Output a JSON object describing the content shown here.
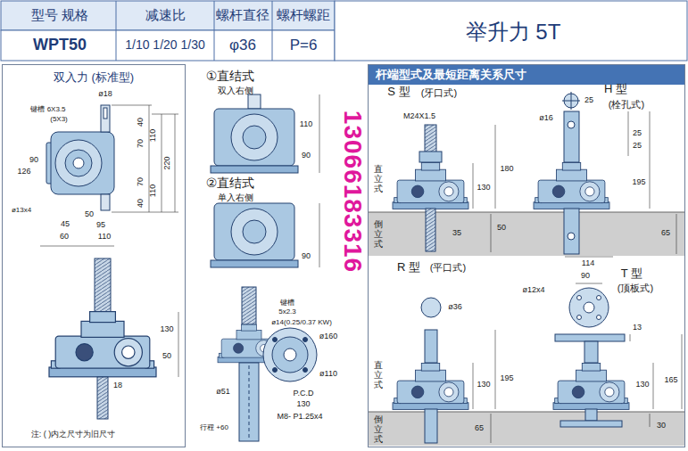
{
  "diagram": {
    "nodes": [
      {
        "text": [
          "双入力 (标准型)"
        ]
      },
      {
        "text": [
          "杆端型式及最短距离关系尺寸"
        ]
      }
    ],
    "labels": [
      "型号 规格",
      "减速比",
      "螺杆直径",
      "螺杆螺距",
      "举升力 5T",
      "WPT50",
      "1/10 1/20 1/30",
      "φ36",
      "P=6",
      "键槽 6X3.5",
      "(5X3)",
      "ø18",
      "40",
      "70",
      "110",
      "220",
      "70",
      "110",
      "40",
      "90",
      "126",
      "ø13x4",
      "45",
      "50",
      "95",
      "60",
      "110",
      "130",
      "50",
      "18",
      "注: ( )内之尺寸为旧尺寸",
      "①直结式",
      "双入右侧",
      "110",
      "90",
      "②直结式",
      "单入右侧",
      "90",
      "键槽",
      "5x2.3",
      "ø14(0.25/0.37 KW)",
      "ø160",
      "ø110",
      "ø51",
      "P.C.D",
      "130",
      "M8- P1.25x4",
      "行程 +60",
      "13066183316",
      "S 型",
      "(牙口式)",
      "H 型",
      "(栓孔式)",
      "M24X1.5",
      "180",
      "130",
      "35",
      "50",
      "ø16",
      "25",
      "25",
      "25",
      "195",
      "65",
      "直立式",
      "倒立式",
      "R 型",
      "(平口式)",
      "114",
      "90",
      "ø12x4",
      "T 型",
      "(顶板式)",
      "ø36",
      "195",
      "130",
      "65",
      "13",
      "165",
      "130",
      "30",
      "直立式",
      "倒立式"
    ]
  }
}
